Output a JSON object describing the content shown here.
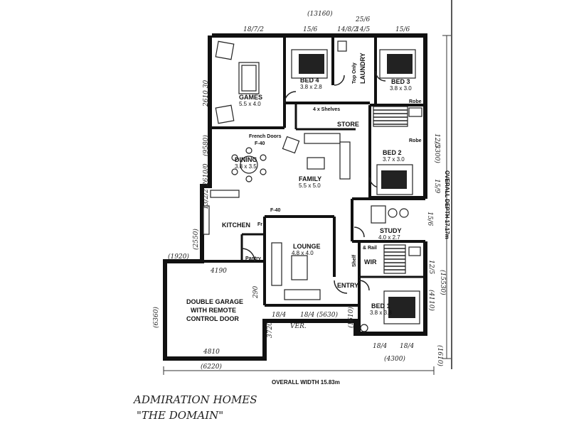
{
  "rooms": {
    "games": {
      "label": "GAMES",
      "size": "5.5 x 4.0"
    },
    "bed4": {
      "label": "BED 4",
      "size": "3.8 x 2.8"
    },
    "laundry": {
      "label": "LAUNDRY"
    },
    "bed3": {
      "label": "BED 3",
      "size": "3.8 x 3.0"
    },
    "dining": {
      "label": "DINING",
      "size": "3.8 x 3.5"
    },
    "family": {
      "label": "FAMILY",
      "size": "5.5 x 5.0"
    },
    "store": {
      "label": "STORE"
    },
    "bed2": {
      "label": "BED 2",
      "size": "3.7 x 3.0"
    },
    "kitchen": {
      "label": "KITCHEN"
    },
    "pantry": {
      "label": "Pantry"
    },
    "lounge": {
      "label": "LOUNGE",
      "size": "4.8 x 4.0"
    },
    "study": {
      "label": "STUDY",
      "size": "4.0 x 2.7"
    },
    "wir": {
      "label": "WIR"
    },
    "entry": {
      "label": "ENTRY"
    },
    "bed1": {
      "label": "BED 1",
      "size": "3.8 x 3.8"
    },
    "garage": {
      "line1": "DOUBLE GARAGE",
      "line2": "WITH REMOTE",
      "line3": "CONTROL DOOR"
    },
    "verandah": {
      "label": "VER."
    }
  },
  "labels": {
    "french_doors": "French Doors",
    "f40_dining": "F-40",
    "f40_lounge": "F-40",
    "robe1": "Robe",
    "robe2": "Robe",
    "shelves": "4 x Shelves",
    "fr": "Fr",
    "shelf_rail": "& Rail",
    "shelf": "Shelf",
    "top_only": "Top Only"
  },
  "dimensions": {
    "top_overall": "(13160)",
    "top_games": "18/7/2",
    "top_bed4": "15/6",
    "top_laundry": "14/8/2",
    "top_laundry2": "14/5",
    "top_laundry3": "25/6",
    "top_bed3": "15/6",
    "left_games": "2610 30",
    "left_dining": "(9580)",
    "left_dining2": "2610/0",
    "left_kitchen": "13/2/2",
    "left_kitchen2": "(2550)",
    "left_garage_top": "(1920)",
    "left_garage": "(6360)",
    "garage_width": "4190",
    "garage_right": "290",
    "garage_bottom": "4810",
    "garage_bottom2": "(6220)",
    "ver_a": "18/4",
    "ver_b": "18/4 (5630)",
    "ver_c": "3720",
    "ver_d": "(1610)",
    "right_bed2a": "12/5",
    "right_bed2b": "15/9",
    "right_bed2c": "(3300)",
    "right_study": "15/6",
    "right_bed1a": "12/5",
    "right_bed1b": "(4110)",
    "right_outer": "(15530)",
    "right_outer2": "(1610)",
    "bottom_bed1a": "18/4",
    "bottom_bed1b": "18/4",
    "bottom_bed1c": "(4300)",
    "overall_width": "OVERALL WIDTH 15.83m",
    "overall_depth": "OVERALL DEPTH 17.17m"
  },
  "caption": {
    "line1": "ADMIRATION HOMES",
    "line2": "\"THE DOMAIN\""
  }
}
